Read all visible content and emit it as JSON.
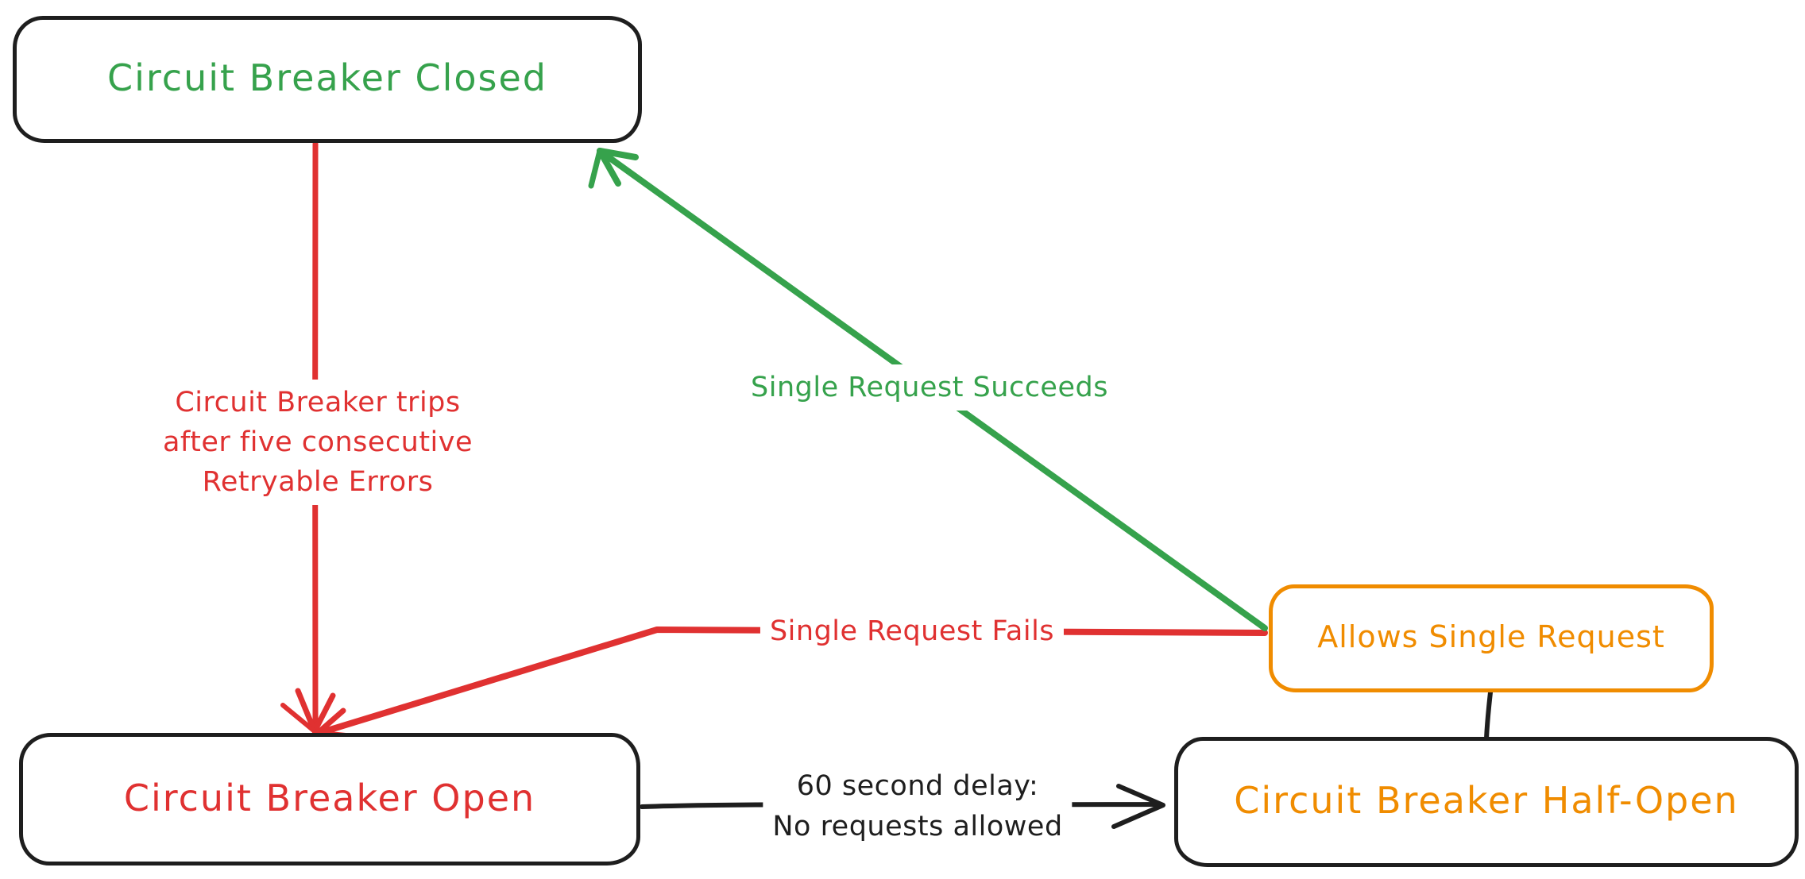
{
  "colors": {
    "black": "#1e1e1e",
    "red": "#e03131",
    "green": "#36a24c",
    "orange": "#f08c00",
    "background": "#ffffff"
  },
  "nodes": {
    "closed": {
      "label": "Circuit Breaker Closed",
      "text_color": "#36a24c",
      "border_color": "#1e1e1e"
    },
    "open": {
      "label": "Circuit Breaker Open",
      "text_color": "#e03131",
      "border_color": "#1e1e1e"
    },
    "half_open": {
      "label": "Circuit Breaker Half-Open",
      "text_color": "#f08c00",
      "border_color": "#1e1e1e"
    },
    "allows": {
      "label": "Allows Single Request",
      "text_color": "#f08c00",
      "border_color": "#f08c00"
    }
  },
  "edges": {
    "trips": {
      "from": "Circuit Breaker Closed",
      "to": "Circuit Breaker Open",
      "color": "#e03131",
      "label_lines": [
        "Circuit Breaker trips",
        "after five consecutive",
        "Retryable Errors"
      ]
    },
    "succeeds": {
      "from": "Allows Single Request",
      "to": "Circuit Breaker Closed",
      "color": "#36a24c",
      "label": "Single Request Succeeds"
    },
    "fails": {
      "from": "Allows Single Request",
      "to": "Circuit Breaker Open",
      "color": "#e03131",
      "label": "Single Request Fails"
    },
    "delay": {
      "from": "Circuit Breaker Open",
      "to": "Circuit Breaker Half-Open",
      "color": "#1e1e1e",
      "label_lines": [
        "60 second delay:",
        "No requests allowed"
      ]
    },
    "half_open_link": {
      "from": "Circuit Breaker Half-Open",
      "to": "Allows Single Request",
      "color": "#1e1e1e"
    }
  }
}
